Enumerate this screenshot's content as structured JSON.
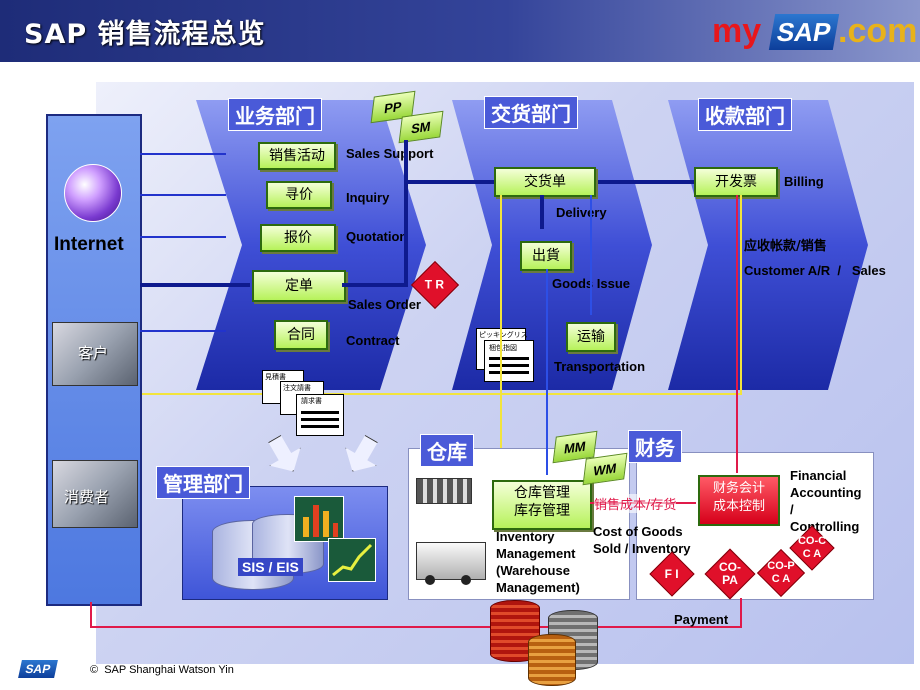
{
  "header": {
    "title": "SAP 销售流程总览",
    "logo": {
      "my": "my",
      "sap": "SAP",
      "com": ".com"
    }
  },
  "left_bar": {
    "internet_label": "Internet",
    "customer_label": "客户",
    "consumer_label": "消费者"
  },
  "departments": {
    "sales": "业务部门",
    "delivery": "交货部门",
    "billing": "收款部门",
    "management": "管理部门",
    "warehouse": "仓库",
    "finance": "财务"
  },
  "sales_steps": [
    {
      "cn": "销售活动",
      "en": "Sales Support"
    },
    {
      "cn": "寻价",
      "en": "Inquiry"
    },
    {
      "cn": "报价",
      "en": "Quotation"
    },
    {
      "cn": "定单",
      "en": "Sales Order"
    },
    {
      "cn": "合同",
      "en": "Contract"
    }
  ],
  "modules": {
    "pp": "PP",
    "sm": "SM",
    "tr": "T R",
    "mm": "MM",
    "wm": "WM",
    "fi": "F I",
    "copa": "CO-PA",
    "copca": "CO-P C A",
    "coca": "CO-C C A"
  },
  "delivery": {
    "delivery_note": "交货单",
    "delivery_en": "Delivery",
    "goods_issue_cn": "出貨",
    "goods_issue_en": "Goods Issue",
    "transport_cn": "运输",
    "transport_en": "Transportation",
    "doc1": "ピッキングリス",
    "doc2": "梱包指図"
  },
  "billing": {
    "invoice_cn": "开发票",
    "invoice_en": "Billing",
    "ar_cn": "应收帐款/销售",
    "ar_en": "Customer A/R  /   Sales"
  },
  "sales_docs": [
    "見積書",
    "注文請書",
    "請求書"
  ],
  "management": {
    "sis": "SIS / EIS"
  },
  "warehouse": {
    "box": "仓库管理\n库存管理",
    "box_line1": "仓库管理",
    "box_line2": "库存管理",
    "desc_line1": "Inventory",
    "desc_line2": "Management",
    "desc_line3": "(Warehouse",
    "desc_line4": "Management)"
  },
  "finance": {
    "box_line1": "财务会计",
    "box_line2": "成本控制",
    "desc_line1": "Financial",
    "desc_line2": "Accounting",
    "desc_line3": "/",
    "desc_line4": "Controlling",
    "cogs_cn": "销售成本/存货",
    "cogs_en1": "Cost of Goods",
    "cogs_en2": "Sold / Inventory"
  },
  "payment": "Payment",
  "footer": {
    "copyright": "©  SAP Shanghai Watson Yin"
  },
  "colors": {
    "title_bar": "#1e2c78",
    "dept_blue": "#3f4fd6",
    "green_box": "#b6f25a",
    "yellow_line": "#f2e43c",
    "red_line": "#e01a4a"
  }
}
